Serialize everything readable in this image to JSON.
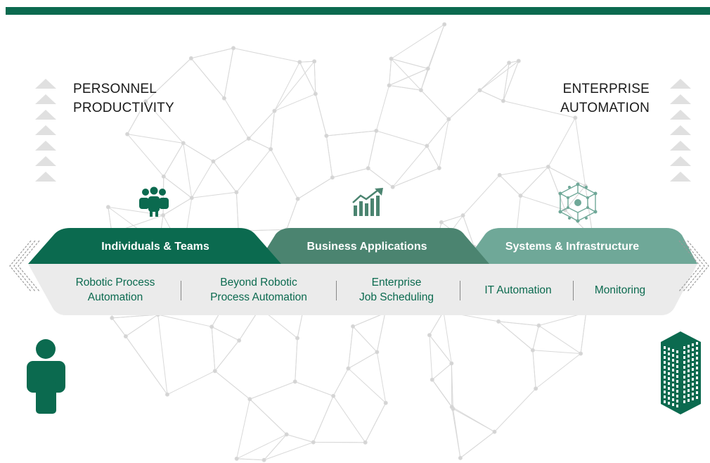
{
  "headings": {
    "left": "PERSONNEL\nPRODUCTIVITY",
    "right": "ENTERPRISE\nAUTOMATION"
  },
  "tabs": [
    {
      "label": "Individuals & Teams",
      "color": "#0b6a4f",
      "icon": "people-group-icon"
    },
    {
      "label": "Business Applications",
      "color": "#4b8470",
      "icon": "growth-chart-icon"
    },
    {
      "label": "Systems & Infrastructure",
      "color": "#6fa898",
      "icon": "network-hexagon-icon"
    }
  ],
  "capabilities": [
    {
      "label": "Robotic Process\nAutomation"
    },
    {
      "label": "Beyond Robotic\nProcess Automation"
    },
    {
      "label": "Enterprise\nJob Scheduling"
    },
    {
      "label": "IT Automation"
    },
    {
      "label": "Monitoring"
    }
  ],
  "figures": {
    "left": "person-icon",
    "right": "office-building-icon"
  },
  "colors": {
    "primary": "#0b6a4f",
    "mid": "#4b8470",
    "light": "#6fa898",
    "band": "#ebebeb"
  }
}
